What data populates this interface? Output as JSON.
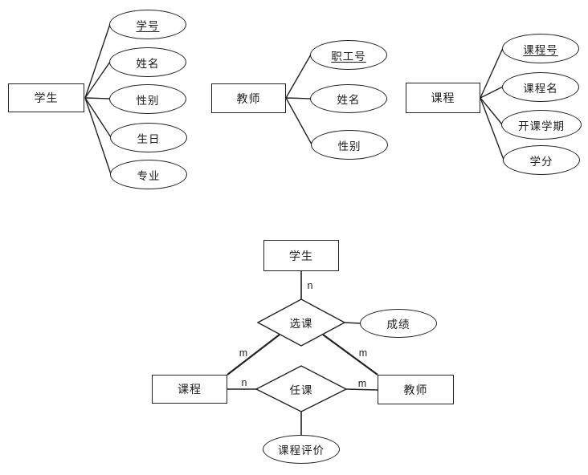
{
  "attribute_diagrams": {
    "student": {
      "entity": "学生",
      "attributes": [
        {
          "label": "学号",
          "is_key": true
        },
        {
          "label": "姓名",
          "is_key": false
        },
        {
          "label": "性别",
          "is_key": false
        },
        {
          "label": "生日",
          "is_key": false
        },
        {
          "label": "专业",
          "is_key": false
        }
      ]
    },
    "teacher": {
      "entity": "教师",
      "attributes": [
        {
          "label": "职工号",
          "is_key": true
        },
        {
          "label": "姓名",
          "is_key": false
        },
        {
          "label": "性别",
          "is_key": false
        }
      ]
    },
    "course": {
      "entity": "课程",
      "attributes": [
        {
          "label": "课程号",
          "is_key": true
        },
        {
          "label": "课程名",
          "is_key": false
        },
        {
          "label": "开课学期",
          "is_key": false
        },
        {
          "label": "学分",
          "is_key": false
        }
      ]
    }
  },
  "relationship_diagram": {
    "student_entity": "学生",
    "course_entity": "课程",
    "teacher_entity": "教师",
    "enroll_relationship": "选课",
    "teach_relationship": "任课",
    "grade_attribute": "成绩",
    "evaluation_attribute": "课程评价",
    "cardinalities": {
      "student_to_enroll": "n",
      "enroll_to_course": "m",
      "enroll_to_teacher": "m",
      "course_to_teach": "n",
      "teach_to_teacher": "m"
    }
  },
  "colors": {
    "stroke": "#222222",
    "background": "#ffffff"
  }
}
